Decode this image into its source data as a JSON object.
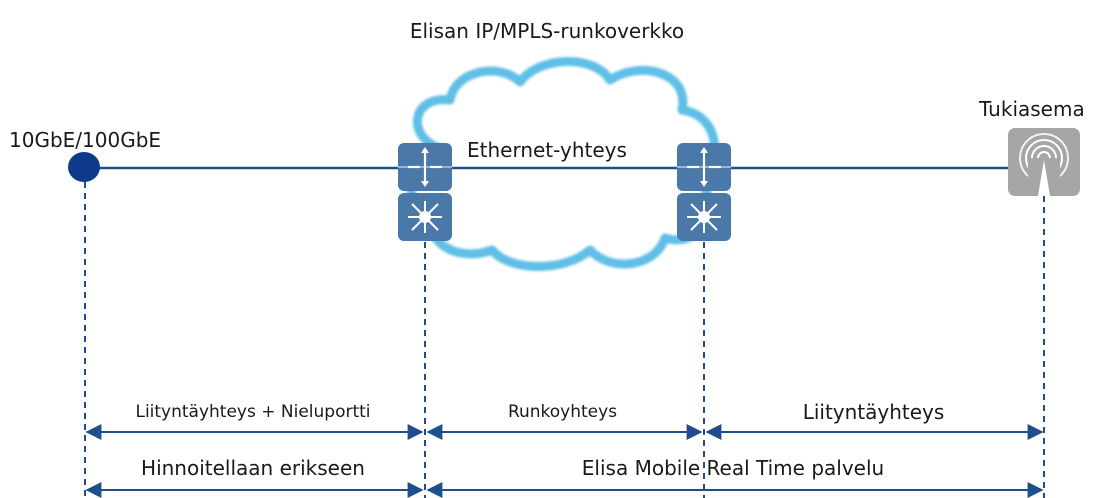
{
  "title": "Elisan IP/MPLS-runkoverkko",
  "endpoint_label": "10GbE/100GbE",
  "base_station_label": "Tukiasema",
  "cloud_label": "Ethernet-yhteys",
  "segments": [
    {
      "label": "Liityntäyhteys + Nieluportti"
    },
    {
      "label": "Runkoyhteys"
    },
    {
      "label": "Liityntäyhteys"
    }
  ],
  "bottom_segments": [
    {
      "label": "Hinnoitellaan erikseen"
    },
    {
      "label": "Elisa Mobile Real Time palvelu"
    }
  ],
  "colors": {
    "line": "#1f4e8c",
    "endpoint": "#0d3a8a",
    "cloud": "#5fbfe6",
    "router": "#4a78a8",
    "base_station": "#a6a6a6"
  }
}
